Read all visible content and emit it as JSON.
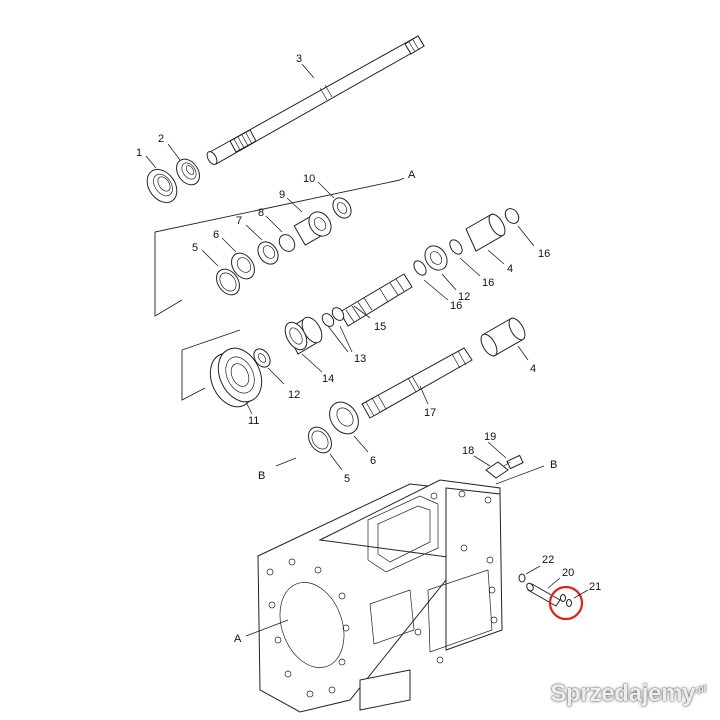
{
  "diagram": {
    "callouts": {
      "c1": "1",
      "c2": "2",
      "c3": "3",
      "c4a": "4",
      "c4b": "4",
      "c5a": "5",
      "c5b": "5",
      "c6a": "6",
      "c6b": "6",
      "c7": "7",
      "c8": "8",
      "c9": "9",
      "c10": "10",
      "c11": "11",
      "c12a": "12",
      "c12b": "12",
      "c13": "13",
      "c14": "14",
      "c15": "15",
      "c16a": "16",
      "c16b": "16",
      "c16c": "16",
      "c17": "17",
      "c18": "18",
      "c19": "19",
      "c20": "20",
      "c21": "21",
      "c22": "22"
    },
    "refs": {
      "a_top": "A",
      "a_bottom": "A",
      "b_left": "B",
      "b_right": "B"
    },
    "highlight_color": "#e0201c"
  },
  "watermark": {
    "text": "Sprzedajemy",
    "suffix": ".pl"
  }
}
